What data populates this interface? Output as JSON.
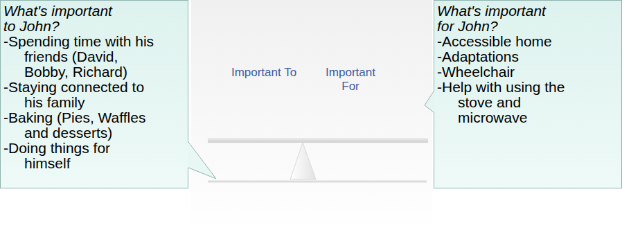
{
  "diagram": {
    "nodes": [
      {
        "text": [
          "What's important to John?",
          "-Spending time with his friends (David, Bobby, Richard)",
          "-Staying connected to his family",
          "-Baking (Pies, Waffles and desserts)",
          "-Doing things for himself"
        ]
      },
      {
        "text": [
          "What's important for John?",
          "-Accessible home",
          "-Adaptations",
          "-Wheelchair",
          "-Help with using the stove and microwave"
        ]
      }
    ],
    "labels": [
      "Important To",
      "Important For"
    ]
  }
}
